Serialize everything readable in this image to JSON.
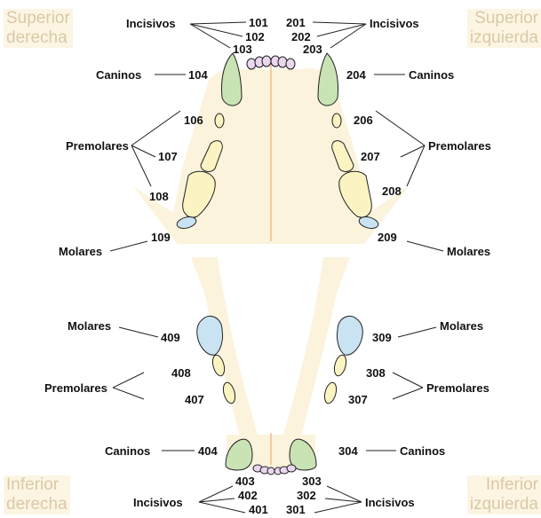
{
  "quadrants": {
    "upper_right": "Superior\nderecha",
    "upper_left": "Superior\nizquierda",
    "lower_right": "Inferior\nderecha",
    "lower_left": "Inferior\nizquierda"
  },
  "labels": {
    "incisivos": "Incisivos",
    "caninos": "Caninos",
    "premolares": "Premolares",
    "molares": "Molares"
  },
  "teeth": {
    "101": "101",
    "102": "102",
    "103": "103",
    "104": "104",
    "106": "106",
    "107": "107",
    "108": "108",
    "109": "109",
    "201": "201",
    "202": "202",
    "203": "203",
    "204": "204",
    "206": "206",
    "207": "207",
    "208": "208",
    "209": "209",
    "301": "301",
    "302": "302",
    "303": "303",
    "304": "304",
    "307": "307",
    "308": "308",
    "309": "309",
    "401": "401",
    "402": "402",
    "403": "403",
    "404": "404",
    "407": "407",
    "408": "408",
    "409": "409"
  },
  "colors": {
    "bone": "#fbf3dc",
    "canine": "#c9e3b5",
    "premolar": "#fbf4c2",
    "molar": "#c9e3f2",
    "incisor": "#ead7ef",
    "midline": "#e8a060",
    "corner_text": "#d9c9a6"
  }
}
